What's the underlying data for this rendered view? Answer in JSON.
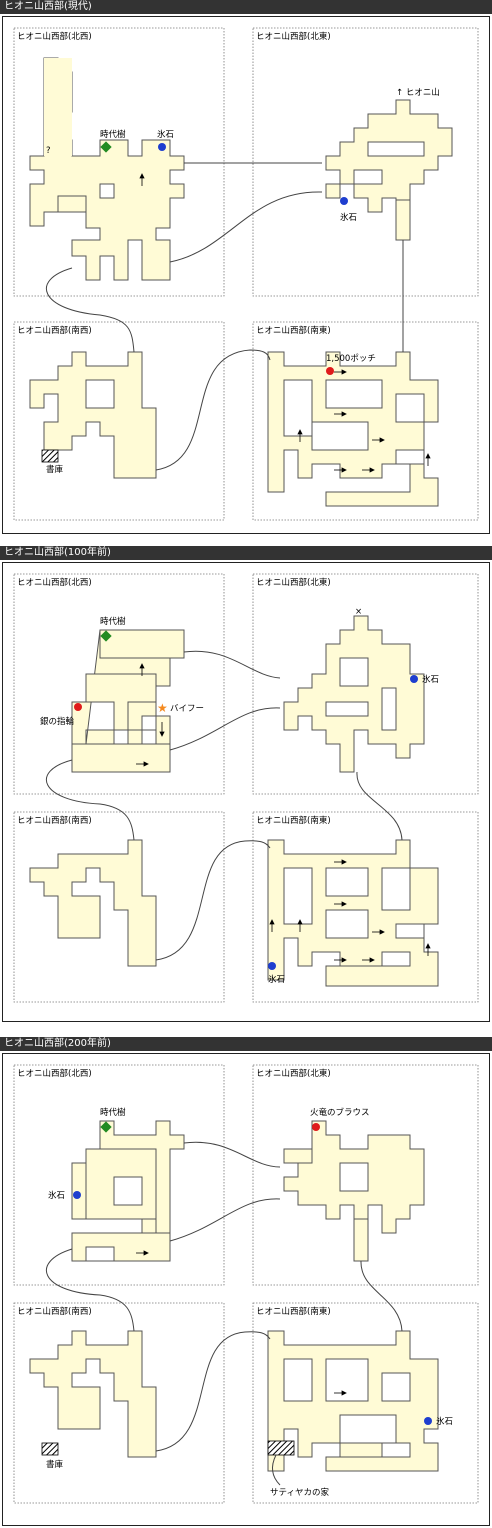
{
  "colors": {
    "floor": "#fffbd6",
    "wall": "#555555",
    "header_bg": "#333333",
    "time_tree": "#228b22",
    "ice_stone": "#1e3ecf",
    "red_item": "#e01b1b",
    "star": "#f58a1f"
  },
  "legend_icons": {
    "time_tree": "green-diamond-icon",
    "ice_stone": "blue-dot-icon",
    "treasure": "red-dot-icon",
    "npc": "orange-star-icon",
    "stairs": "hatched-stairs-icon"
  },
  "eras": [
    {
      "title": "ヒオニ山西部(現代)",
      "rooms": {
        "nw": "ヒオニ山西部(北西)",
        "ne": "ヒオニ山西部(北東)",
        "sw": "ヒオニ山西部(南西)",
        "se": "ヒオニ山西部(南東)"
      },
      "labels": {
        "time_tree": "時代樹",
        "ice_stone_nw": "氷石",
        "ice_stone_ne": "氷石",
        "exit": "↑ ヒオニ山",
        "question": "?",
        "bookshelf": "書庫",
        "money": "1,500ポッチ"
      }
    },
    {
      "title": "ヒオニ山西部(100年前)",
      "rooms": {
        "nw": "ヒオニ山西部(北西)",
        "ne": "ヒオニ山西部(北東)",
        "sw": "ヒオニ山西部(南西)",
        "se": "ヒオニ山西部(南東)"
      },
      "labels": {
        "time_tree": "時代樹",
        "ring": "銀の指輪",
        "npc": "バイフー",
        "ice_stone_ne": "氷石",
        "ice_stone_se": "氷石",
        "cross": "×"
      }
    },
    {
      "title": "ヒオニ山西部(200年前)",
      "rooms": {
        "nw": "ヒオニ山西部(北西)",
        "ne": "ヒオニ山西部(北東)",
        "sw": "ヒオニ山西部(南西)",
        "se": "ヒオニ山西部(南東)"
      },
      "labels": {
        "time_tree": "時代樹",
        "ice_stone_nw": "氷石",
        "dragon": "火竜のブラウス",
        "bookshelf": "書庫",
        "ice_stone_se": "氷石",
        "house": "サティヤカの家"
      }
    }
  ]
}
